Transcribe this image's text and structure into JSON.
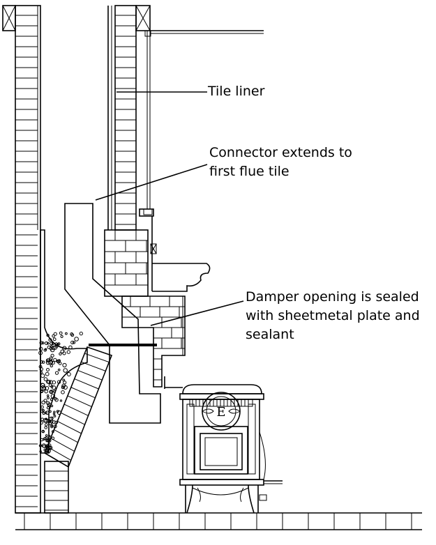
{
  "labels": {
    "tile_liner": "Tile liner",
    "connector_line1": "Connector extends to",
    "connector_line2": "first flue tile",
    "damper_line1": "Damper opening is sealed",
    "damper_line2": "with sheetmetal plate and",
    "damper_line3": "sealant"
  },
  "stove_emblem": "E"
}
